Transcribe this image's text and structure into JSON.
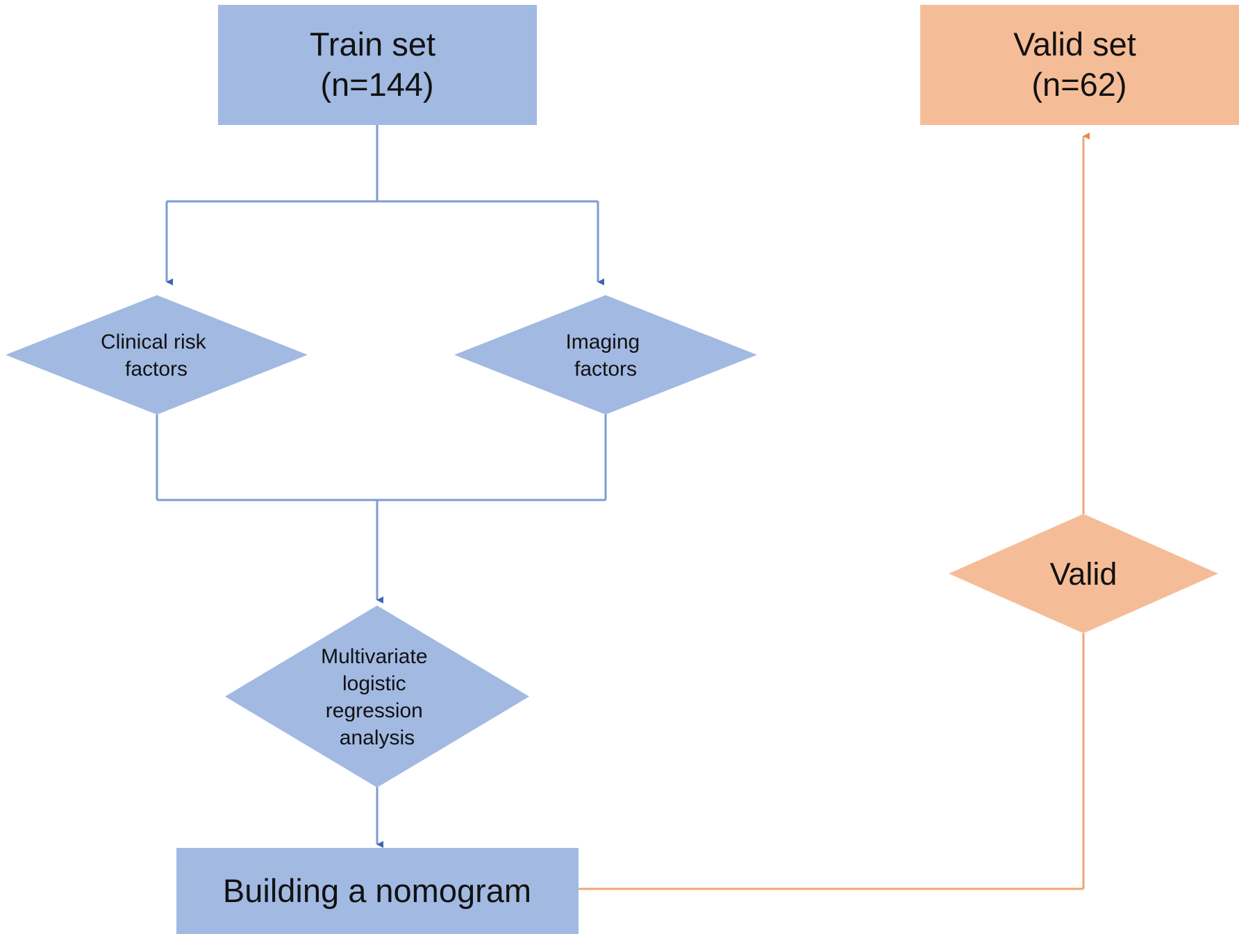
{
  "colors": {
    "blue_fill": "#a2b9e2",
    "blue_line": "#7d9bd2",
    "blue_arrow": "#3d64b4",
    "orange_fill": "#f5bd97",
    "orange_line": "#f0a677",
    "orange_arrow": "#e8894d"
  },
  "nodes": {
    "train_set": {
      "lines": [
        "Train set",
        "(n=144)"
      ]
    },
    "valid_set": {
      "lines": [
        "Valid set",
        "(n=62)"
      ]
    },
    "clinical": {
      "lines": [
        "Clinical risk",
        "factors"
      ]
    },
    "imaging": {
      "lines": [
        "Imaging",
        "factors"
      ]
    },
    "multivariate": {
      "lines": [
        "Multivariate",
        "logistic",
        "regression",
        "analysis"
      ]
    },
    "nomogram": {
      "lines": [
        "Building a nomogram"
      ]
    },
    "valid": {
      "lines": [
        "Valid"
      ]
    }
  }
}
